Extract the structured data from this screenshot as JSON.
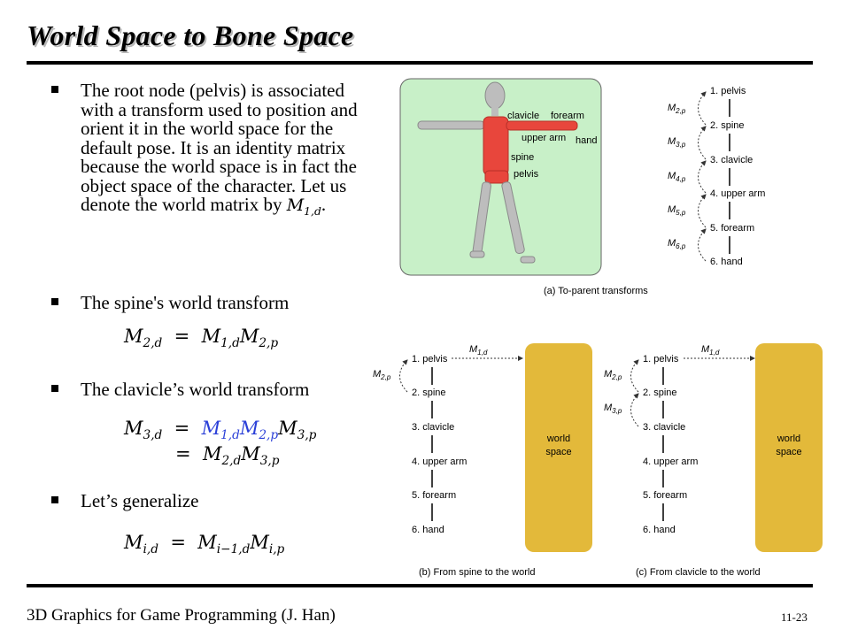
{
  "title": "World Space to Bone Space",
  "bullets": [
    "The root node (pelvis) is associated with a transform used to position and orient it in the world space for the default pose. It is an identity matrix because the world space is in fact the object space of the character. Let us denote the world matrix by",
    "The spine's world transform",
    "The clavicle’s world transform",
    "Let’s generalize"
  ],
  "equations": {
    "e1": {
      "lhs": "M",
      "lhs_sub": "2,d",
      "m1": "M",
      "m1_sub": "1,d",
      "m2": "M",
      "m2_sub": "2,p"
    },
    "e2": {
      "lhs": "M",
      "lhs_sub": "3,d",
      "m1": "M",
      "m1_sub": "1,d",
      "m2": "M",
      "m2_sub": "2,p",
      "m3": "M",
      "m3_sub": "3,p",
      "r2a": "M",
      "r2a_sub": "2,d",
      "r2b": "M",
      "r2b_sub": "3,p"
    },
    "e3": {
      "lhs": "M",
      "lhs_sub": "i,d",
      "m1": "M",
      "m1_sub": "i−1,d",
      "m2": "M",
      "m2_sub": "i,p"
    },
    "world_matrix": "M",
    "world_matrix_sub": "1,d"
  },
  "figure_a": {
    "labels": [
      "clavicle",
      "forearm",
      "upper arm",
      "hand",
      "spine",
      "pelvis"
    ],
    "hierarchy": [
      "1. pelvis",
      "2. spine",
      "3. clavicle",
      "4. upper arm",
      "5. forearm",
      "6. hand"
    ],
    "arrows": [
      [
        "M",
        "2,p"
      ],
      [
        "M",
        "3,p"
      ],
      [
        "M",
        "4,p"
      ],
      [
        "M",
        "5,p"
      ],
      [
        "M",
        "6,p"
      ]
    ],
    "caption": "(a) To-parent transforms"
  },
  "figure_b": {
    "hierarchy": [
      "1. pelvis",
      "2. spine",
      "3. clavicle",
      "4. upper arm",
      "5. forearm",
      "6. hand"
    ],
    "arrows": [
      [
        "M",
        "2,p"
      ]
    ],
    "world_arrow": [
      "M",
      "1,d"
    ],
    "world_box": [
      "world",
      "space"
    ],
    "caption": "(b) From spine to the world"
  },
  "figure_c": {
    "hierarchy": [
      "1. pelvis",
      "2. spine",
      "3. clavicle",
      "4. upper arm",
      "5. forearm",
      "6. hand"
    ],
    "arrows": [
      [
        "M",
        "2,p"
      ],
      [
        "M",
        "3,p"
      ]
    ],
    "world_arrow": [
      "M",
      "1,d"
    ],
    "world_box": [
      "world",
      "space"
    ],
    "caption": "(c) From clavicle to the world"
  },
  "footer": {
    "left": "3D Graphics for Game Programming (J. Han)",
    "right": "11-23"
  },
  "colors": {
    "figure_bg": "#c8f0c8",
    "bone_red": "#e8463c",
    "world_box": "#e3b93a",
    "equation_blue": "#2a3fd8"
  }
}
